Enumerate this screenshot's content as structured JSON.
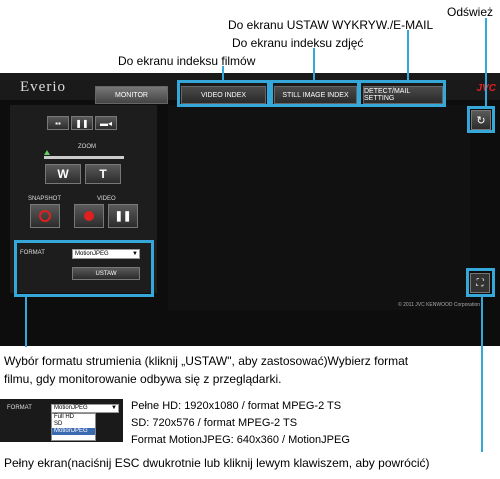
{
  "callouts": {
    "refresh": "Odśwież",
    "detect_mail": "Do ekranu USTAW WYKRYW./E-MAIL",
    "still_index": "Do ekranu indeksu zdjęć",
    "video_index": "Do ekranu indeksu filmów"
  },
  "app": {
    "logo": "Everio",
    "brand": "JVC",
    "tabs": [
      "MONITOR",
      "VIDEO INDEX",
      "STILL IMAGE INDEX",
      "DETECT/MAIL SETTING"
    ],
    "zoom_label": "ZOOM",
    "zoom_w": "W",
    "zoom_t": "T",
    "snapshot_label": "SNAPSHOT",
    "video_label": "VIDEO",
    "format_label": "FORMAT",
    "format_value": "MotionJPEG",
    "set_button": "USTAW",
    "copyright": "© 2011 JVC KENWOOD Corporation"
  },
  "description": {
    "line1": "Wybór formatu strumienia (kliknij „USTAW\", aby zastosować)Wybierz format",
    "line2": "filmu, gdy monitorowanie odbywa się z przeglądarki."
  },
  "format_dropdown": {
    "label": "FORMAT",
    "selected": "MotionJPEG",
    "options": [
      "MotionJPEG",
      "Full HD",
      "SD",
      "MotionJPEG"
    ]
  },
  "specs": [
    "Pełne HD: 1920x1080 / format MPEG-2 TS",
    "SD: 720x576 / format MPEG-2 TS",
    "Format MotionJPEG: 640x360 / MotionJPEG"
  ],
  "fullscreen_note": "Pełny ekran(naciśnij ESC dwukrotnie lub kliknij lewym klawiszem, aby powrócić)",
  "colors": {
    "accent": "#36a7d9",
    "record": "#e0201e"
  }
}
